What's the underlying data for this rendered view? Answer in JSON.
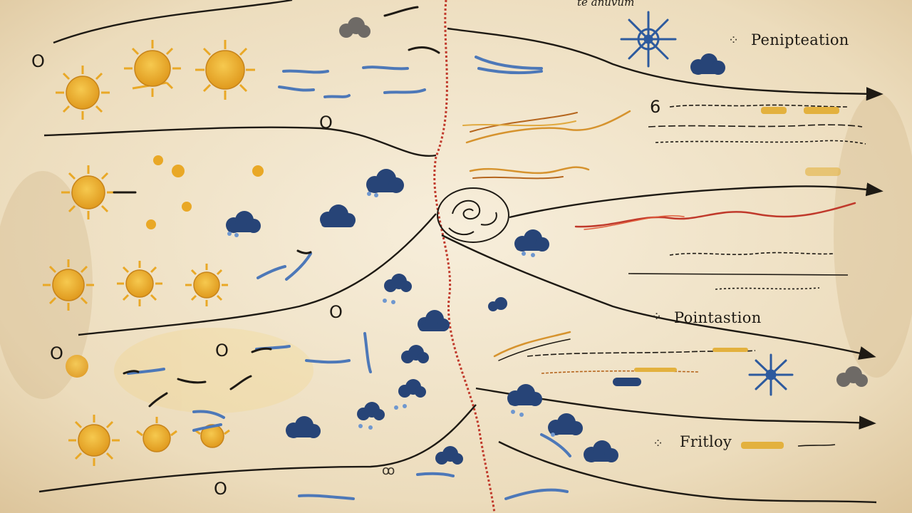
{
  "labels": {
    "top_scribble": "te anuvum",
    "precipitation_label": "Penipteation",
    "pointastion_label": "Pointastion",
    "fritloy_label": "Fritloy"
  },
  "glyphs": {
    "top_left_circle": "O",
    "number_six": "6",
    "left_mid_circle": "O",
    "lower_mid_circle": "O",
    "lower_left_circle": "O",
    "bottom_circle": "O",
    "bottom_small_circle": "O",
    "marker_1": "ꝏ",
    "marker_2": "⁘",
    "marker_3": "⁘"
  },
  "palette": {
    "parchment": "#efe3c9",
    "ink": "#1e1a14",
    "sun_gold": "#e9a826",
    "sun_core": "#f2b93b",
    "cloud_blue": "#274477",
    "rain_blue": "#4d78b8",
    "divider_red": "#c0392b",
    "wind_orange": "#d6932e"
  },
  "icons": [
    "sun-icon",
    "cloud-icon",
    "rain-streak-icon",
    "snowflake-icon",
    "storm-vortex-icon",
    "wind-squiggle-icon"
  ]
}
